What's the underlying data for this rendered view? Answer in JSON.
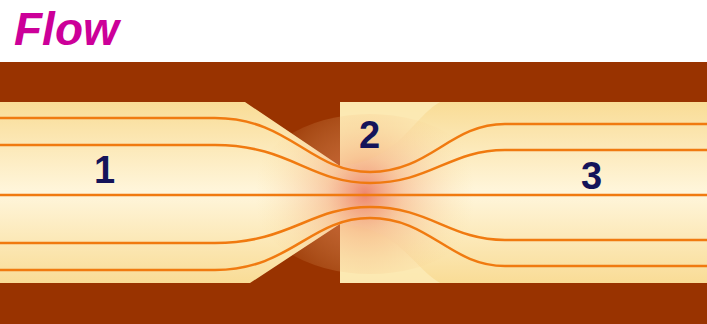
{
  "diagram": {
    "title": "Flow",
    "labels": [
      "1",
      "2",
      "3"
    ]
  }
}
